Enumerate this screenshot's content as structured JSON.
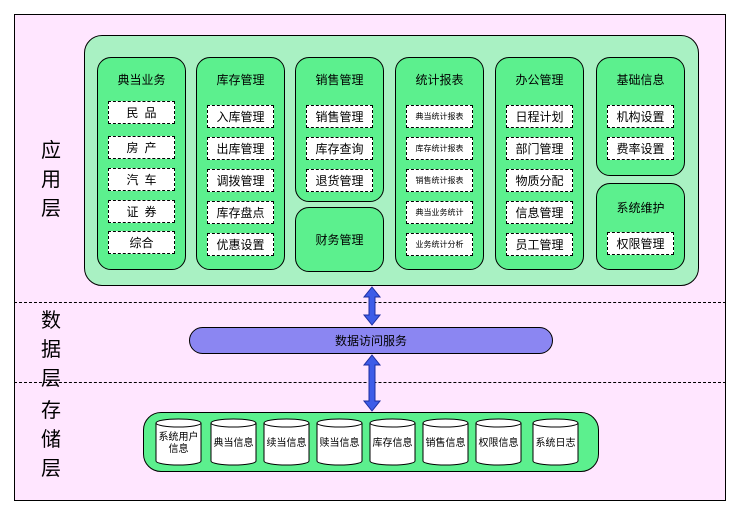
{
  "layers": {
    "app": [
      "应",
      "用",
      "层"
    ],
    "data": [
      "数",
      "据",
      "层"
    ],
    "storage": [
      "存",
      "储",
      "层"
    ]
  },
  "modules": {
    "pawn": {
      "title": "典当业务",
      "items": [
        "民品",
        "房产",
        "汽车",
        "证券",
        "综合"
      ]
    },
    "inventory": {
      "title": "库存管理",
      "items": [
        "入库管理",
        "出库管理",
        "调拨管理",
        "库存盘点",
        "优惠设置"
      ]
    },
    "sales": {
      "title": "销售管理",
      "items": [
        "销售管理",
        "库存查询",
        "退货管理"
      ]
    },
    "finance": {
      "title": "财务管理"
    },
    "reports": {
      "title": "统计报表",
      "items": [
        "典当统计报表",
        "库存统计报表",
        "销售统计报表",
        "典当业务统计",
        "业务统计分析"
      ]
    },
    "office": {
      "title": "办公管理",
      "items": [
        "日程计划",
        "部门管理",
        "物质分配",
        "信息管理",
        "员工管理"
      ]
    },
    "basic": {
      "title": "基础信息",
      "items": [
        "机构设置",
        "费率设置"
      ]
    },
    "maintenance": {
      "title": "系统维护",
      "items": [
        "权限管理"
      ]
    }
  },
  "data_service": "数据访问服务",
  "storage": [
    "系统用户信息",
    "典当信息",
    "续当信息",
    "赎当信息",
    "库存信息",
    "销售信息",
    "权限信息",
    "系统日志"
  ]
}
